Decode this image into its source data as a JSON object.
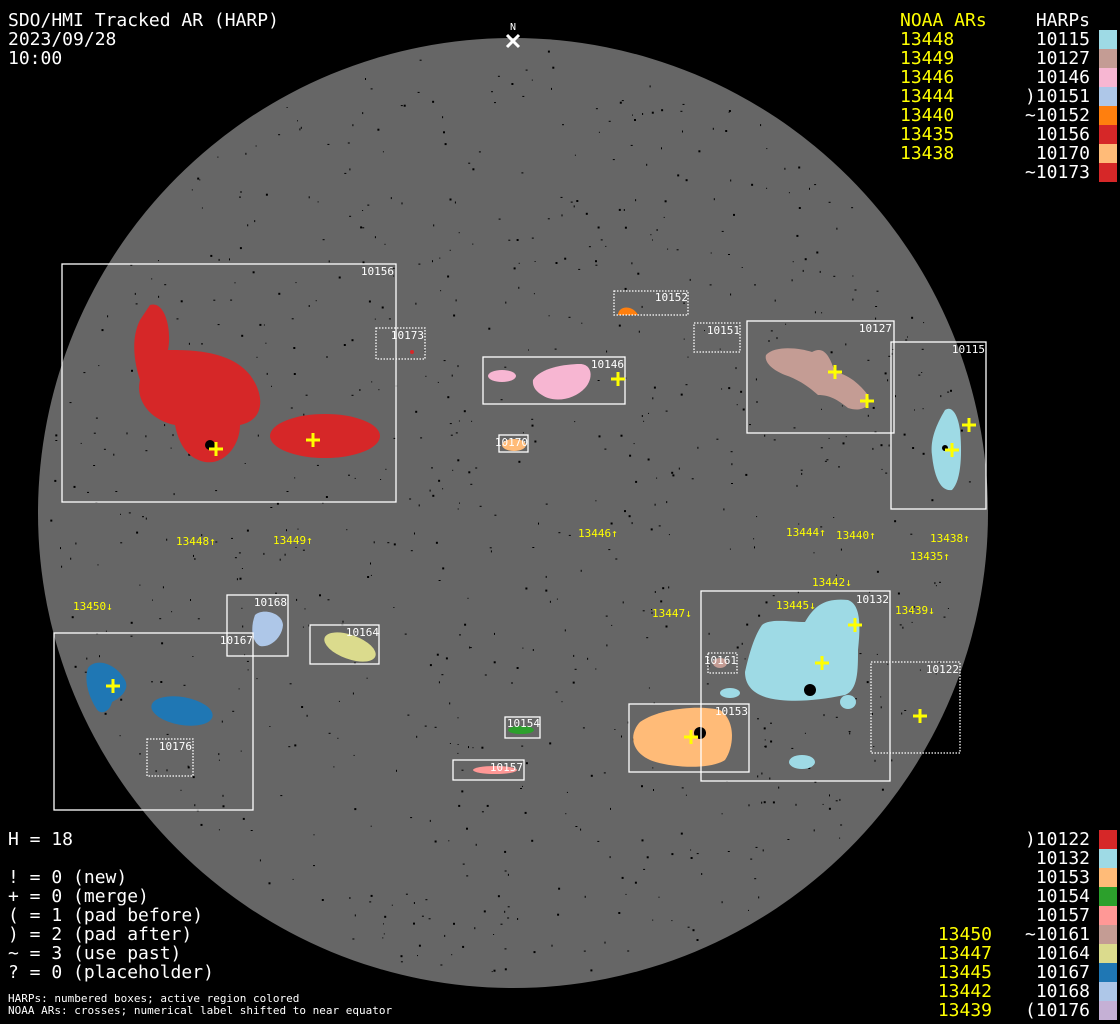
{
  "header": {
    "title": "SDO/HMI Tracked AR (HARP)",
    "date": "2023/09/28",
    "time": "10:00",
    "north_label": "N"
  },
  "legend_top": {
    "col_noaa": "NOAA ARs",
    "col_harps": "HARPs",
    "rows": [
      {
        "noaa": "13448",
        "harp": "10115",
        "color": "#9edae5"
      },
      {
        "noaa": "13449",
        "harp": "10127",
        "color": "#c49c94"
      },
      {
        "noaa": "13446",
        "harp": "10146",
        "color": "#f7b6d2"
      },
      {
        "noaa": "13444",
        "harp": ")10151",
        "color": "#aec7e8"
      },
      {
        "noaa": "13440",
        "harp": "~10152",
        "color": "#ff7f0e"
      },
      {
        "noaa": "13435",
        "harp": "10156",
        "color": "#d62728"
      },
      {
        "noaa": "13438",
        "harp": "10170",
        "color": "#ffbb78"
      },
      {
        "noaa": "",
        "harp": "~10173",
        "color": "#d62728"
      }
    ]
  },
  "legend_bottom": {
    "rows": [
      {
        "noaa": "",
        "harp": ")10122",
        "color": "#d62728"
      },
      {
        "noaa": "",
        "harp": "10132",
        "color": "#9edae5"
      },
      {
        "noaa": "",
        "harp": "10153",
        "color": "#ffbb78"
      },
      {
        "noaa": "",
        "harp": "10154",
        "color": "#2ca02c"
      },
      {
        "noaa": "",
        "harp": "10157",
        "color": "#ff9896"
      },
      {
        "noaa": "13450",
        "harp": "~10161",
        "color": "#c49c94"
      },
      {
        "noaa": "13447",
        "harp": "10164",
        "color": "#dbdb8d"
      },
      {
        "noaa": "13445",
        "harp": "10167",
        "color": "#1f77b4"
      },
      {
        "noaa": "13442",
        "harp": "10168",
        "color": "#aec7e8"
      },
      {
        "noaa": "13439",
        "harp": "(10176",
        "color": "#c5b0d5"
      }
    ]
  },
  "stats": {
    "h_count": "H = 18",
    "lines": [
      "! = 0 (new)",
      "+ = 0 (merge)",
      "( = 1 (pad before)",
      ") = 2 (pad after)",
      "~ = 3 (use past)",
      "? = 0 (placeholder)"
    ],
    "note1": "HARPs: numbered boxes; active region colored",
    "note2": "NOAA ARs: crosses; numerical label shifted to near equator"
  },
  "harp_boxes": {
    "b10156": "10156",
    "b10173": "10173",
    "b10152": "10152",
    "b10151": "10151",
    "b10146": "10146",
    "b10170": "10170",
    "b10127": "10127",
    "b10115": "10115",
    "b10168": "10168",
    "b10164": "10164",
    "b10167": "10167",
    "b10176": "10176",
    "b10154": "10154",
    "b10157": "10157",
    "b10153": "10153",
    "b10161": "10161",
    "b10132": "10132",
    "b10122": "10122"
  },
  "noaa_labels": {
    "n13448": "13448↑",
    "n13449": "13449↑",
    "n13446": "13446↑",
    "n13444": "13444↑",
    "n13440": "13440↑",
    "n13435": "13435↑",
    "n13438": "13438↑",
    "n13450": "13450↓",
    "n13447": "13447↓",
    "n13445": "13445↓",
    "n13442": "13442↓",
    "n13439": "13439↓"
  },
  "colors": {
    "disk": "#666666",
    "noaa": "#ffff00",
    "background": "#000000"
  }
}
